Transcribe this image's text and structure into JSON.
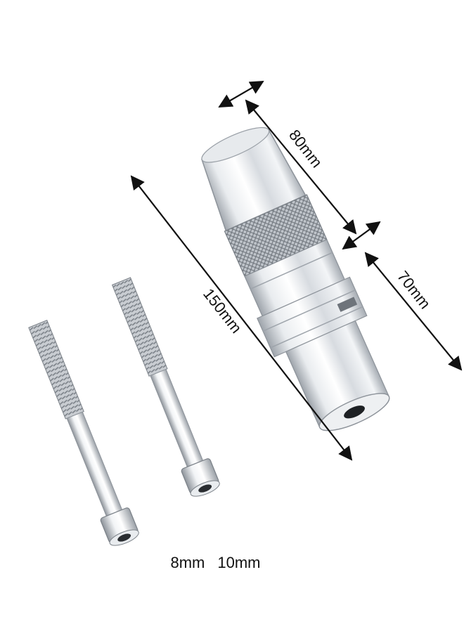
{
  "dimensions": {
    "overall_length": "150mm",
    "upper_length": "80mm",
    "lower_length": "70mm"
  },
  "bolts": {
    "size_a": "8mm",
    "size_b": "10mm"
  },
  "colors": {
    "metal_light": "#f4f5f7",
    "metal_mid": "#cfd3d8",
    "metal_dark": "#8a9097",
    "arrow": "#111111"
  }
}
